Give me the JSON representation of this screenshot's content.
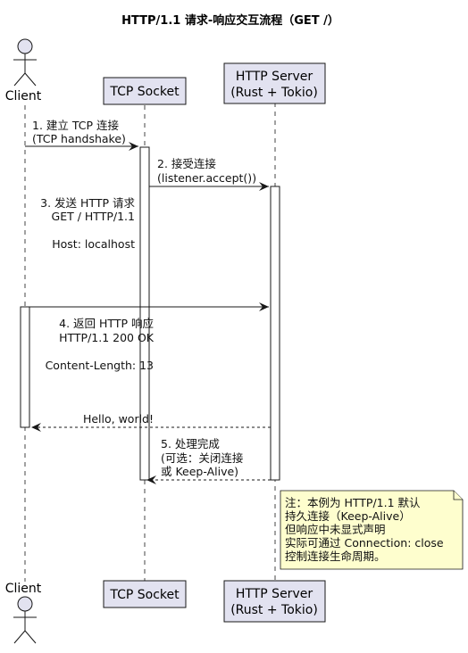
{
  "title": "HTTP/1.1 请求-响应交互流程（GET /）",
  "participants": {
    "client": {
      "label": "Client"
    },
    "socket": {
      "label": "TCP Socket"
    },
    "server": {
      "line1": "HTTP Server",
      "line2": "(Rust + Tokio)"
    }
  },
  "messages": [
    {
      "lines": [
        "1. 建立 TCP 连接",
        "(TCP handshake)"
      ]
    },
    {
      "lines": [
        "2. 接受连接",
        "(listener.accept())"
      ]
    },
    {
      "lines": [
        "3. 发送 HTTP 请求",
        "GET / HTTP/1.1",
        "",
        "Host: localhost"
      ]
    },
    {
      "lines": [
        "4. 返回 HTTP 响应",
        "HTTP/1.1 200 OK",
        "",
        "Content-Length: 13",
        "",
        "",
        "Hello, world!"
      ]
    },
    {
      "lines": [
        "5. 处理完成",
        "(可选：关闭连接",
        "或 Keep-Alive)"
      ]
    }
  ],
  "note": {
    "lines": [
      "注：本例为 HTTP/1.1 默认",
      "持久连接（Keep-Alive）",
      "但响应中未显式声明",
      "实际可通过 Connection: close",
      "控制连接生命周期。"
    ]
  }
}
